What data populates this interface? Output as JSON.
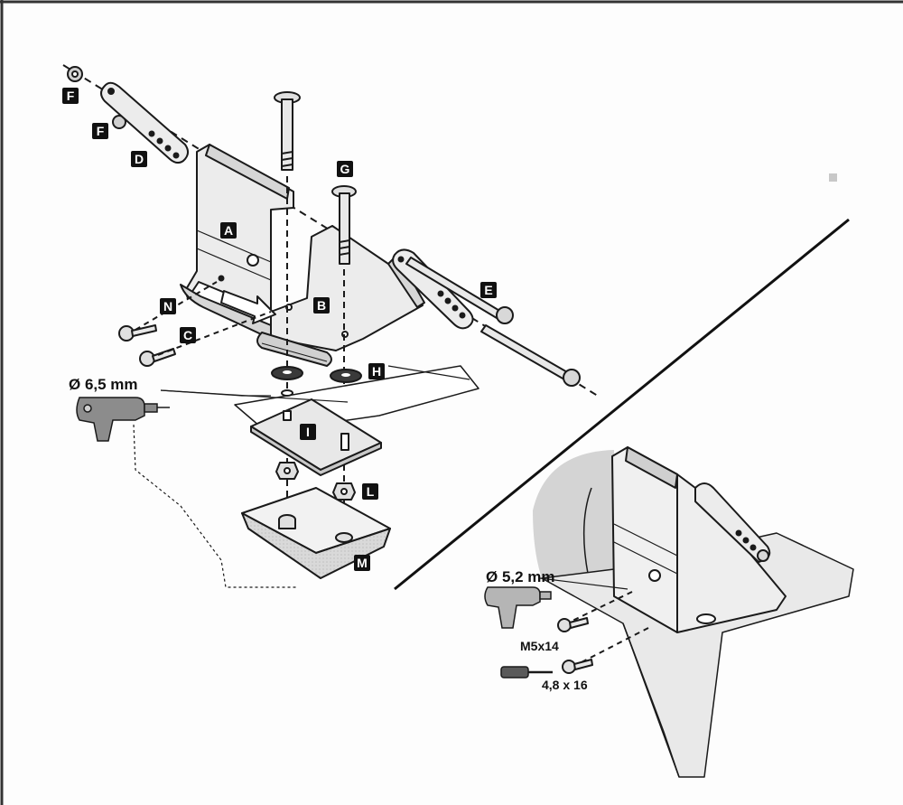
{
  "colors": {
    "ink": "#1a1a1a",
    "metal": "#e4e4e4",
    "metal_dark": "#bdbdbd",
    "washer": "#3a3a3a",
    "drill": "#8c8c8c",
    "badge": "#111111"
  },
  "labels": {
    "A": "A",
    "B": "B",
    "C": "C",
    "D": "D",
    "E": "E",
    "F1": "F",
    "F2": "F",
    "G": "G",
    "H": "H",
    "I": "I",
    "L": "L",
    "M": "M",
    "N": "N"
  },
  "dimensions": {
    "drill_large": "Ø 6,5 mm",
    "drill_small": "Ø 5,2 mm",
    "screw_machine": "M5x14",
    "screw_self_tapping": "4,8 x 16"
  },
  "icons": {
    "power_drill": "power-drill-icon",
    "screwdriver": "screwdriver-icon"
  }
}
